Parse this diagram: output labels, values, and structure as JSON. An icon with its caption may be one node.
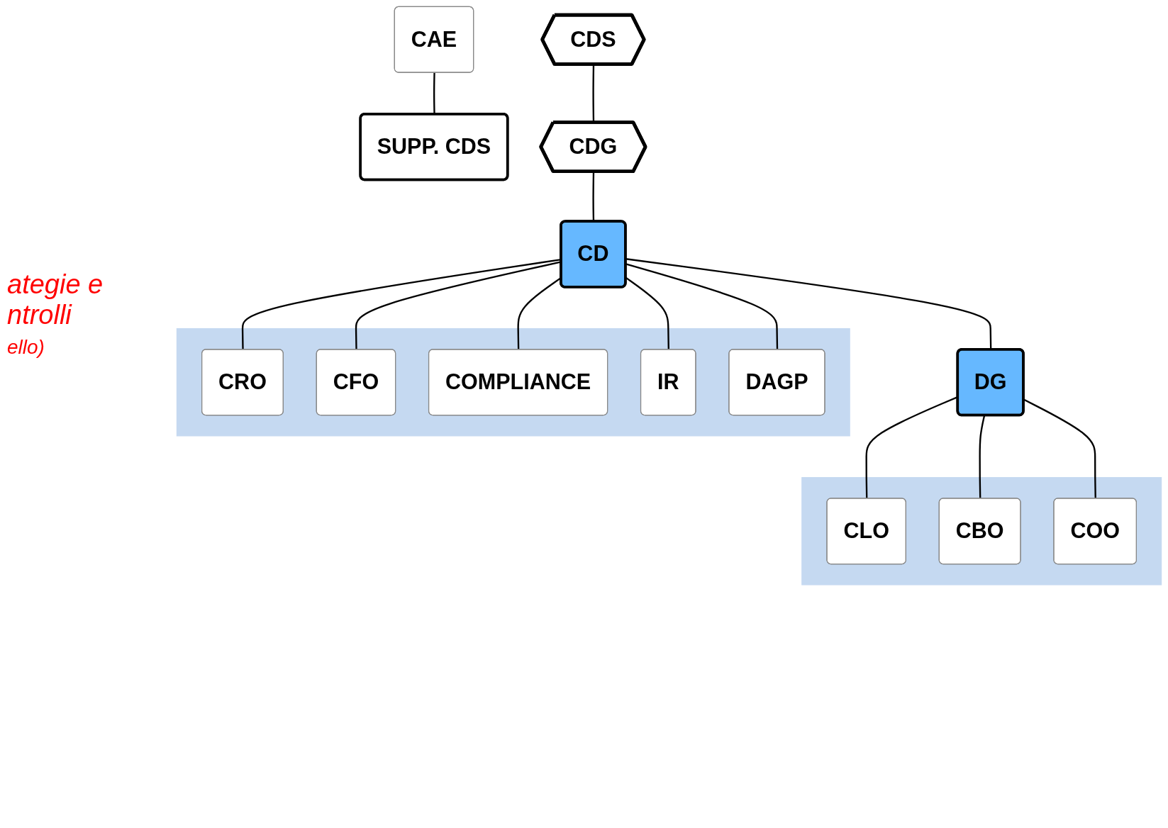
{
  "diagram": {
    "nodes": [
      {
        "text": [
          "CDS"
        ]
      },
      {
        "text": [
          "CAE"
        ]
      },
      {
        "text": [
          "SUPP. CDS"
        ]
      },
      {
        "text": [
          "CDG"
        ]
      },
      {
        "text": [
          "CD"
        ]
      },
      {
        "text": [],
        "shape": "box"
      },
      {
        "text": [
          "CRO"
        ],
        "in": 5
      },
      {
        "text": [
          "CFO"
        ],
        "in": 5
      },
      {
        "text": [
          "COMPLIANCE"
        ],
        "in": 5
      },
      {
        "text": [
          "IR"
        ],
        "in": 5
      },
      {
        "text": [
          "DAGP"
        ],
        "in": 5
      },
      {
        "text": [
          "DG"
        ]
      },
      {
        "text": [],
        "shape": "box"
      },
      {
        "text": [
          "CLO"
        ],
        "in": 12
      },
      {
        "text": [
          "CBO"
        ],
        "in": 12
      },
      {
        "text": [
          "COO"
        ],
        "in": 12
      }
    ],
    "edges": [
      {
        "from": 0,
        "to": 3,
        "arrow": "none"
      },
      {
        "from": 1,
        "to": 2,
        "arrow": "none"
      },
      {
        "from": 3,
        "to": 4,
        "arrow": "none"
      },
      {
        "from": 4,
        "to": 6,
        "arrow": "none"
      },
      {
        "from": 4,
        "to": 7,
        "arrow": "none"
      },
      {
        "from": 4,
        "to": 8,
        "arrow": "none"
      },
      {
        "from": 4,
        "to": 9,
        "arrow": "none"
      },
      {
        "from": 4,
        "to": 10,
        "arrow": "none"
      },
      {
        "from": 4,
        "to": 11,
        "arrow": "none"
      },
      {
        "from": 11,
        "to": 13,
        "arrow": "none"
      },
      {
        "from": 11,
        "to": 14,
        "arrow": "none"
      },
      {
        "from": 11,
        "to": 15,
        "arrow": "none"
      }
    ],
    "labels": [
      "ategie e ntrolli",
      "ello)"
    ]
  }
}
